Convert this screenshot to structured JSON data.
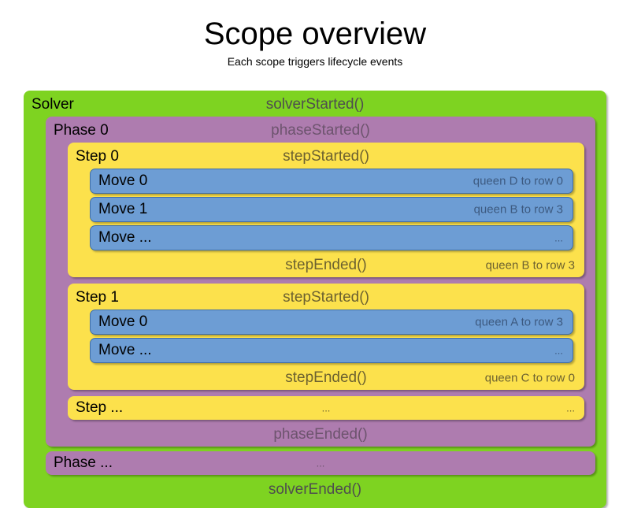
{
  "header": {
    "title": "Scope overview",
    "subtitle": "Each scope triggers lifecycle events"
  },
  "colors": {
    "solver": "#7ED321",
    "phase": "#AE7CAF",
    "step": "#FCE14C",
    "move": "#6D9DD4",
    "event_text": "#575757",
    "label_text": "#000000"
  },
  "solver": {
    "label": "Solver",
    "started_event": "solverStarted()",
    "ended_event": "solverEnded()",
    "phases": [
      {
        "label": "Phase 0",
        "started_event": "phaseStarted()",
        "ended_event": "phaseEnded()",
        "steps": [
          {
            "label": "Step 0",
            "started_event": "stepStarted()",
            "ended_event": "stepEnded()",
            "ended_detail": "queen B to row 3",
            "moves": [
              {
                "label": "Move 0",
                "detail": "queen D to row 0"
              },
              {
                "label": "Move 1",
                "detail": "queen B to row 3"
              },
              {
                "label": "Move ...",
                "detail": "..."
              }
            ]
          },
          {
            "label": "Step 1",
            "started_event": "stepStarted()",
            "ended_event": "stepEnded()",
            "ended_detail": "queen C to row 0",
            "moves": [
              {
                "label": "Move 0",
                "detail": "queen A to row 3"
              },
              {
                "label": "Move ...",
                "detail": "..."
              }
            ]
          },
          {
            "label": "Step ...",
            "started_event": "...",
            "ended_event": "",
            "ended_detail": "...",
            "moves": []
          }
        ]
      },
      {
        "label": "Phase ...",
        "started_event": "...",
        "ended_event": "",
        "steps": []
      }
    ]
  }
}
